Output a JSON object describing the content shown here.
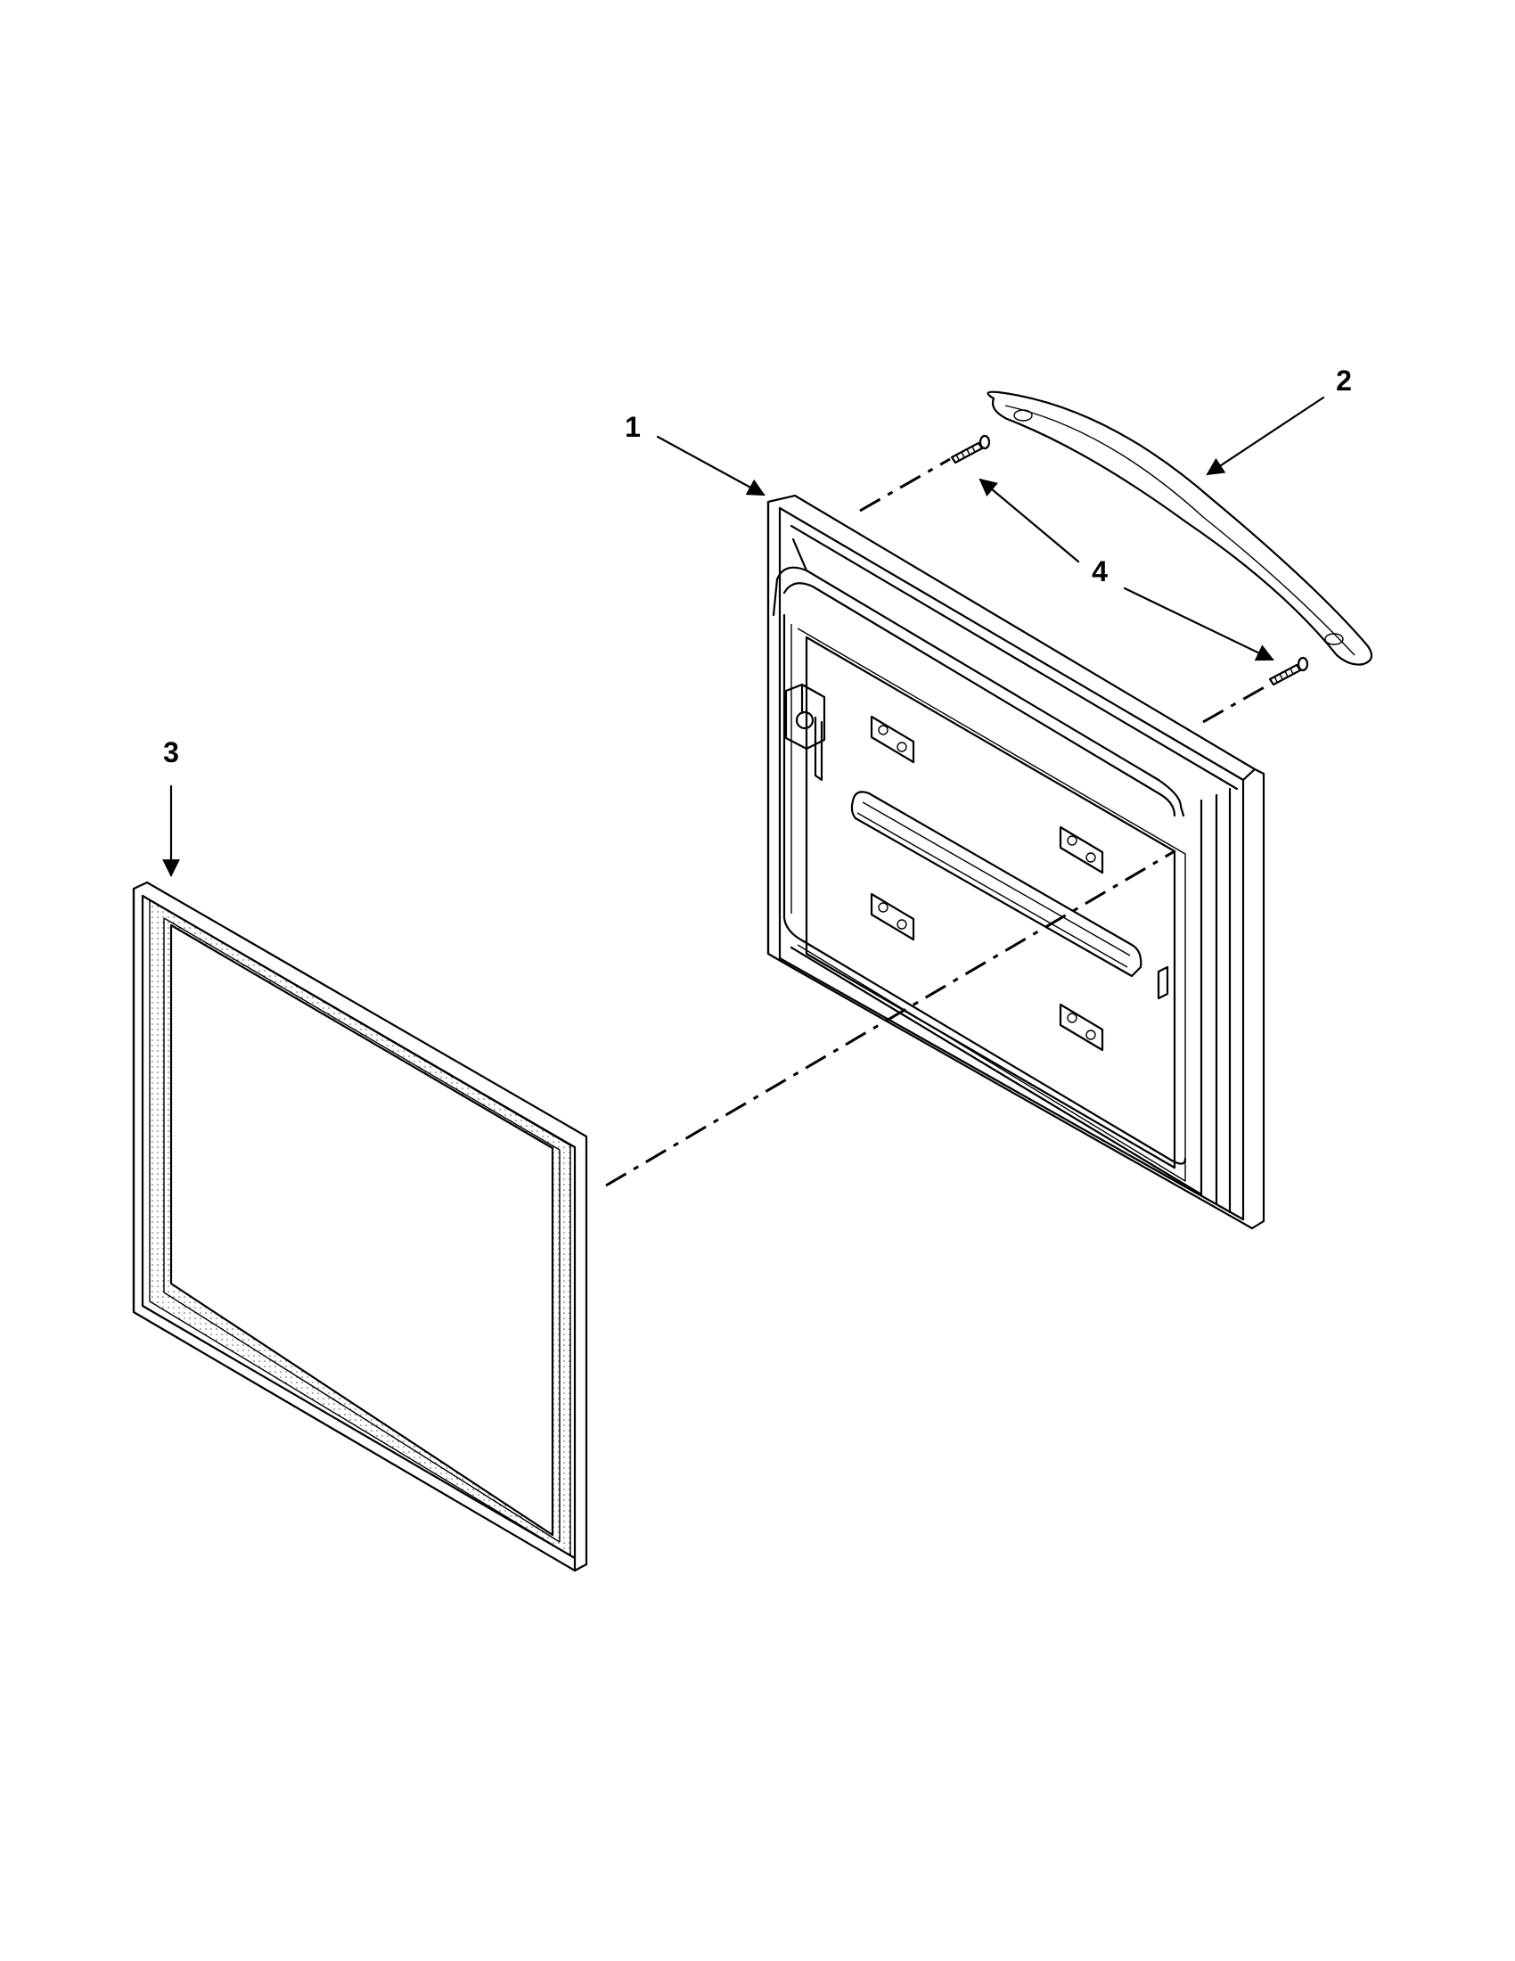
{
  "callouts": [
    {
      "id": "1",
      "label": "1"
    },
    {
      "id": "2",
      "label": "2"
    },
    {
      "id": "3",
      "label": "3"
    },
    {
      "id": "4",
      "label": "4"
    }
  ],
  "colors": {
    "line": "#000000",
    "background": "#ffffff",
    "handle_fill": "#ffffff"
  }
}
